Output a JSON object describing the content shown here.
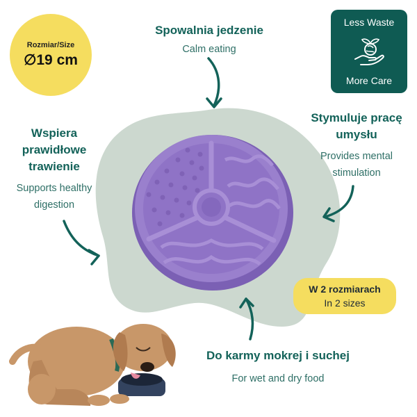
{
  "size_badge": {
    "label": "Rozmiar/Size",
    "value": "∅19 cm"
  },
  "eco_badge": {
    "top": "Less Waste",
    "bottom": "More Care",
    "icon": "hand-globe-plant-icon"
  },
  "features": {
    "slow_eating": {
      "title": "Spowalnia jedzenie",
      "subtitle": "Calm eating"
    },
    "mental": {
      "title_line1": "Stymuluje pracę",
      "title_line2": "umysłu",
      "subtitle_line1": "Provides mental",
      "subtitle_line2": "stimulation"
    },
    "digestion": {
      "title_line1": "Wspiera",
      "title_line2": "prawidłowe",
      "title_line3": "trawienie",
      "subtitle_line1": "Supports healthy",
      "subtitle_line2": "digestion"
    },
    "food": {
      "title": "Do karmy mokrej i suchej",
      "subtitle": "For wet and dry food"
    }
  },
  "sizes_badge": {
    "line1": "W 2 rozmiarach",
    "line2": "In 2 sizes"
  },
  "colors": {
    "teal": "#136259",
    "eco_bg": "#0f5b53",
    "yellow": "#f5dd5f",
    "sage": "#ccd8cf",
    "purple": "#8f73c6",
    "purple_dark": "#6f52a9",
    "dog_tan": "#c89769"
  }
}
